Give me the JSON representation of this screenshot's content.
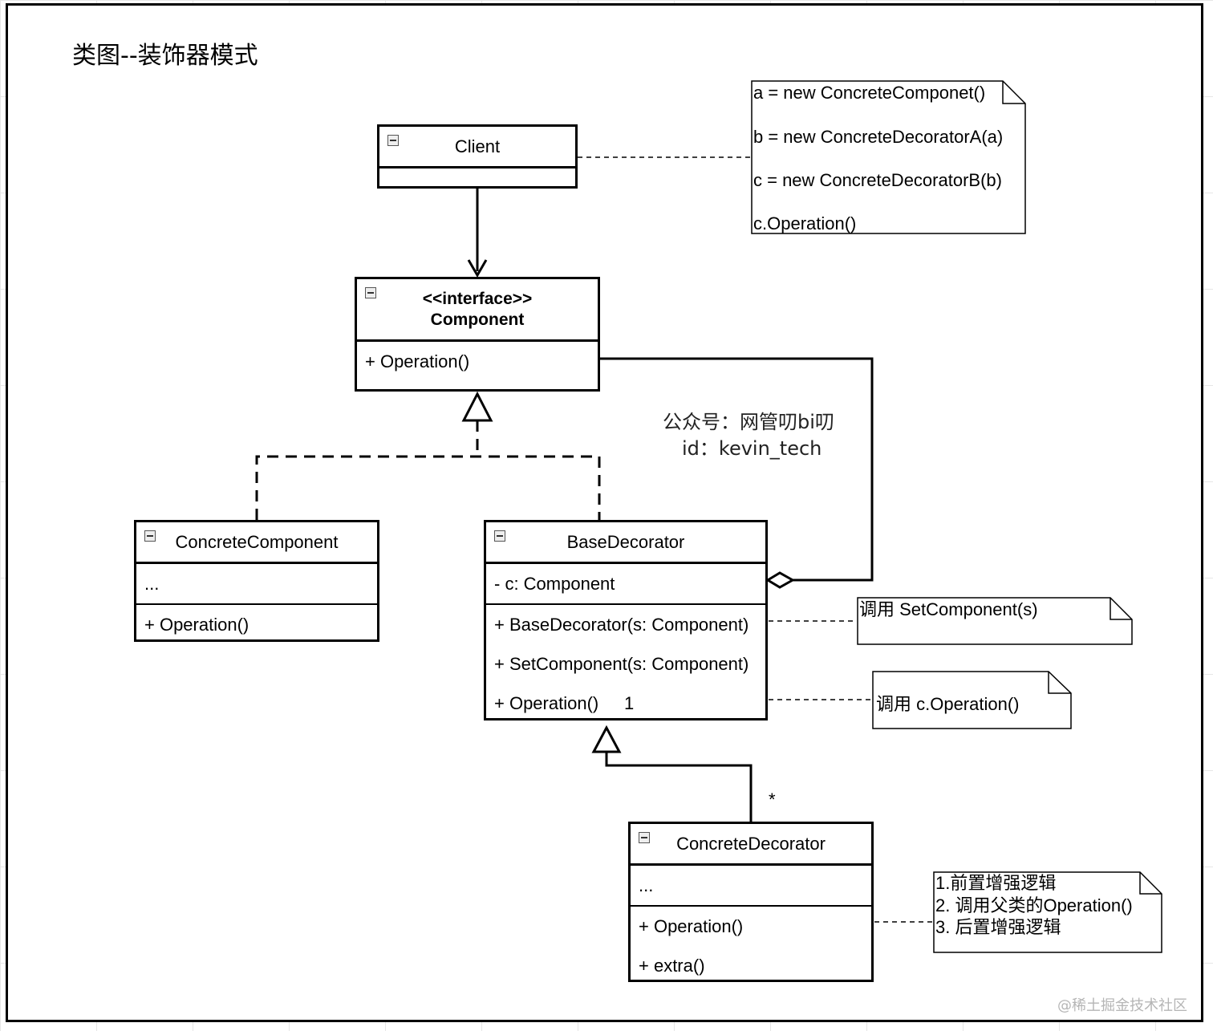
{
  "diagram_title": "类图--装饰器模式",
  "classes": {
    "client": {
      "name": "Client"
    },
    "component": {
      "stereotype": "<<interface>>",
      "name": "Component",
      "methods": [
        "+ Operation()"
      ]
    },
    "concrete_component": {
      "name": "ConcreteComponent",
      "attributes": [
        "..."
      ],
      "methods": [
        "+ Operation()"
      ]
    },
    "base_decorator": {
      "name": "BaseDecorator",
      "attributes": [
        "- c: Component"
      ],
      "methods": [
        "+ BaseDecorator(s: Component)",
        "+ SetComponent(s: Component)",
        "+ Operation()"
      ]
    },
    "concrete_decorator": {
      "name": "ConcreteDecorator",
      "attributes": [
        "..."
      ],
      "methods": [
        "+ Operation()",
        "+ extra()"
      ]
    }
  },
  "notes": {
    "client_note": [
      "a = new ConcreteComponet()",
      "b = new ConcreteDecoratorA(a)",
      "c = new ConcreteDecoratorB(b)",
      "c.Operation()"
    ],
    "setcomponent_note": "调用 SetComponent(s)",
    "operation_note": "调用 c.Operation()",
    "concrete_decorator_note": [
      "1.前置增强逻辑",
      "2. 调用父类的Operation()",
      "3. 后置增强逻辑"
    ]
  },
  "multiplicity": {
    "one": "1",
    "many": "*"
  },
  "author": {
    "line1": "公众号：网管叨bi叨",
    "line2": "id：kevin_tech"
  },
  "watermark": "@稀土掘金技术社区"
}
